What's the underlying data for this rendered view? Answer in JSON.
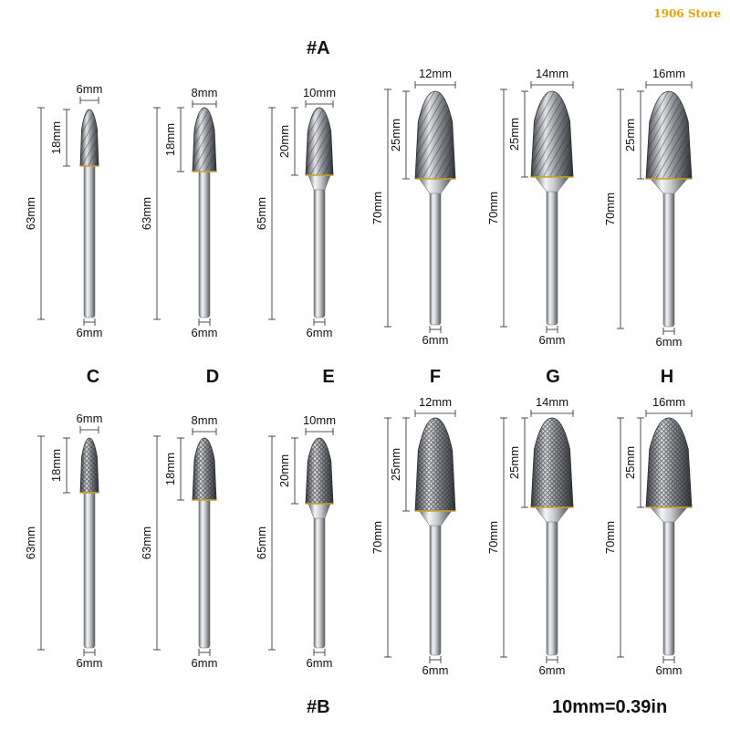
{
  "store_name": "1906 Store",
  "set_a_title": "#A",
  "set_b_title": "#B",
  "conversion": "10mm=0.39in",
  "row_letters": [
    "C",
    "D",
    "E",
    "F",
    "G",
    "H"
  ],
  "row_a": [
    {
      "head_dia": "6mm",
      "head_len": "18mm",
      "total_len": "63mm",
      "shank": "6mm"
    },
    {
      "head_dia": "8mm",
      "head_len": "18mm",
      "total_len": "63mm",
      "shank": "6mm"
    },
    {
      "head_dia": "10mm",
      "head_len": "20mm",
      "total_len": "65mm",
      "shank": "6mm"
    },
    {
      "head_dia": "12mm",
      "head_len": "25mm",
      "total_len": "70mm",
      "shank": "6mm"
    },
    {
      "head_dia": "14mm",
      "head_len": "25mm",
      "total_len": "70mm",
      "shank": "6mm"
    },
    {
      "head_dia": "16mm",
      "head_len": "25mm",
      "total_len": "70mm",
      "shank": "6mm"
    }
  ],
  "row_b": [
    {
      "head_dia": "6mm",
      "head_len": "18mm",
      "total_len": "63mm",
      "shank": "6mm"
    },
    {
      "head_dia": "8mm",
      "head_len": "18mm",
      "total_len": "63mm",
      "shank": "6mm"
    },
    {
      "head_dia": "10mm",
      "head_len": "20mm",
      "total_len": "65mm",
      "shank": "6mm"
    },
    {
      "head_dia": "12mm",
      "head_len": "25mm",
      "total_len": "70mm",
      "shank": "6mm"
    },
    {
      "head_dia": "14mm",
      "head_len": "25mm",
      "total_len": "70mm",
      "shank": "6mm"
    },
    {
      "head_dia": "16mm",
      "head_len": "25mm",
      "total_len": "70mm",
      "shank": "6mm"
    }
  ]
}
